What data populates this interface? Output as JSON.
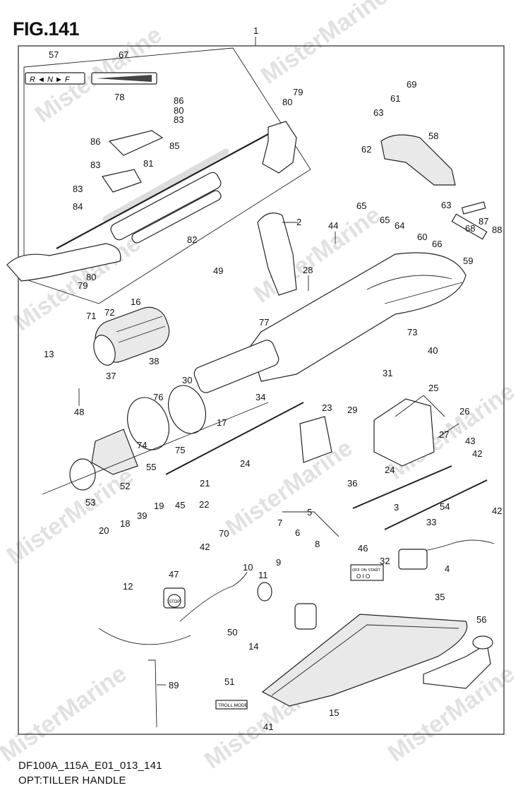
{
  "figure": {
    "title": "FIG.141",
    "code": "DF100A_115A_E01_013_141",
    "name": "OPT:TILLER HANDLE"
  },
  "watermark": "MisterMarine",
  "labels": {
    "shift_decal": "R ◄ N ► F",
    "switch_panel": "OFF ON START",
    "switch_marks": "O I O",
    "stop_plate": "STOP",
    "troll_mode": "TROLL MODE"
  },
  "callouts": [
    {
      "n": "1"
    },
    {
      "n": "57"
    },
    {
      "n": "67"
    },
    {
      "n": "78"
    },
    {
      "n": "86"
    },
    {
      "n": "80"
    },
    {
      "n": "83"
    },
    {
      "n": "79"
    },
    {
      "n": "80"
    },
    {
      "n": "86"
    },
    {
      "n": "85"
    },
    {
      "n": "83"
    },
    {
      "n": "81"
    },
    {
      "n": "83"
    },
    {
      "n": "84"
    },
    {
      "n": "82"
    },
    {
      "n": "80"
    },
    {
      "n": "79"
    },
    {
      "n": "69"
    },
    {
      "n": "61"
    },
    {
      "n": "63"
    },
    {
      "n": "62"
    },
    {
      "n": "58"
    },
    {
      "n": "65"
    },
    {
      "n": "65"
    },
    {
      "n": "64"
    },
    {
      "n": "63"
    },
    {
      "n": "60"
    },
    {
      "n": "66"
    },
    {
      "n": "68"
    },
    {
      "n": "87"
    },
    {
      "n": "88"
    },
    {
      "n": "59"
    },
    {
      "n": "2"
    },
    {
      "n": "44"
    },
    {
      "n": "28"
    },
    {
      "n": "49"
    },
    {
      "n": "71"
    },
    {
      "n": "72"
    },
    {
      "n": "16"
    },
    {
      "n": "77"
    },
    {
      "n": "73"
    },
    {
      "n": "40"
    },
    {
      "n": "31"
    },
    {
      "n": "13"
    },
    {
      "n": "38"
    },
    {
      "n": "37"
    },
    {
      "n": "48"
    },
    {
      "n": "76"
    },
    {
      "n": "30"
    },
    {
      "n": "34"
    },
    {
      "n": "25"
    },
    {
      "n": "23"
    },
    {
      "n": "29"
    },
    {
      "n": "26"
    },
    {
      "n": "27"
    },
    {
      "n": "43"
    },
    {
      "n": "42"
    },
    {
      "n": "17"
    },
    {
      "n": "74"
    },
    {
      "n": "75"
    },
    {
      "n": "55"
    },
    {
      "n": "24"
    },
    {
      "n": "24"
    },
    {
      "n": "52"
    },
    {
      "n": "53"
    },
    {
      "n": "21"
    },
    {
      "n": "36"
    },
    {
      "n": "3"
    },
    {
      "n": "54"
    },
    {
      "n": "42"
    },
    {
      "n": "18"
    },
    {
      "n": "39"
    },
    {
      "n": "19"
    },
    {
      "n": "22"
    },
    {
      "n": "45"
    },
    {
      "n": "20"
    },
    {
      "n": "5"
    },
    {
      "n": "33"
    },
    {
      "n": "70"
    },
    {
      "n": "42"
    },
    {
      "n": "7"
    },
    {
      "n": "6"
    },
    {
      "n": "8"
    },
    {
      "n": "46"
    },
    {
      "n": "32"
    },
    {
      "n": "4"
    },
    {
      "n": "12"
    },
    {
      "n": "47"
    },
    {
      "n": "10"
    },
    {
      "n": "9"
    },
    {
      "n": "11"
    },
    {
      "n": "35"
    },
    {
      "n": "56"
    },
    {
      "n": "50"
    },
    {
      "n": "14"
    },
    {
      "n": "89"
    },
    {
      "n": "51"
    },
    {
      "n": "15"
    },
    {
      "n": "41"
    }
  ]
}
